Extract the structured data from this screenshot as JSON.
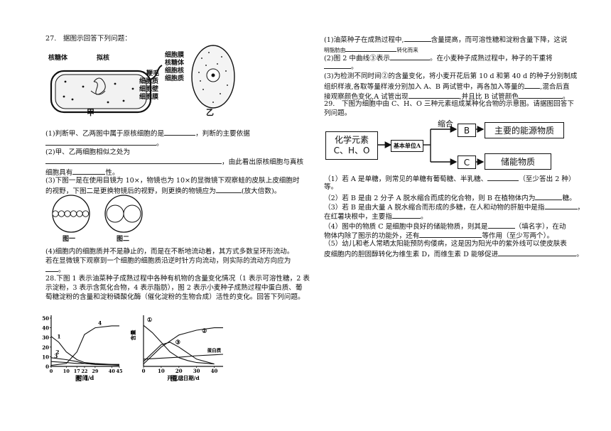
{
  "q27": {
    "stem": "27.　据图示回答下列问题：",
    "cell_a_labels": [
      "核糖体",
      "拟核",
      "鞭毛",
      "细胞质",
      "细胞壁",
      "细胞膜"
    ],
    "cell_b_labels": [
      "细胞膜",
      "核糖体",
      "细胞核",
      "细胞质"
    ],
    "cell_a_name": "甲",
    "cell_b_name": "乙",
    "p1a": "(1)判断甲、乙两图中属于原核细胞的是",
    "p1b": "，判断的主要依据",
    "p1c": "。",
    "p2a": "(2)甲、乙两细胞相似之处为",
    "p2b": "，由此看出原核细胞与真核",
    "p2c": "细胞具有",
    "p2d": "性。",
    "p3a": "(3)下图一是在使用目镜为 10×，物镜也为 10×的显微镜下观察蛙的皮肤上皮细胞时",
    "p3b": "的视野，下图二是更换物镜后的视野，则更换的物镜应为",
    "p3c": "(放大倍数)。",
    "fig1": "图一",
    "fig2": "图二",
    "p4a": "(4)细胞内的细胞质并不是静止的，而是在不断地流动着，其方式多数呈环形流动。",
    "p4b": "若在显微镜下观察到一个细胞的细胞质沿逆时针方向流动，则实际的流动方向应为",
    "p4c": "。"
  },
  "q28": {
    "l1": "28.下图 1 表示油菜种子成熟过程中各种有机物的含量变化情况（1 表示可溶性糖，2  表",
    "l2": "示淀粉，3 表示含氮化合物，4 表示脂肪），图 2 表示小麦种子成熟过程中蛋白质、葡",
    "l3": "萄糖淀粉的含量和淀粉磷酸化酶（催化淀粉的生物合成）活性的变化。回答下列问题。",
    "fig1_caption": "图 1",
    "fig2_caption": "图 2",
    "fig1_xlabel": "时间/d",
    "fig2_xlabel": "开花后日期/d",
    "fig2_ylabel": "含量",
    "fig2_protein": "蛋白质",
    "r1a": "(1)油菜种子在成熟过程中,",
    "r1b": "含量提高，而可溶性糖和淀粉含量下降，这说",
    "r1c": "明脂肪由",
    "r1d": "转化而来",
    "r2a": "(2)图 2 中曲线③表示",
    "r2b": "。在小麦种子成熟过程中，种子的干重将",
    "r2c": "。",
    "r3a": "(3)为检测不同时间②的含量变化，将小麦开花后第 10 d 和第 40 d 的种子分别制成",
    "r3b": "组织样液,各取等量样液分别加入 A、B 两试管中，再各加入等量的",
    "r3c": ",混合后直",
    "r3d": "接观察颜色变化,A 试管出现",
    "r3e": ",并且比 B 试管颜色",
    "r3f": "。"
  },
  "q29": {
    "stem1": "29.　下图为细胞中由 C、H、O 三种元素组成某种化合物的示意图。请据图回答下",
    "stem2": "列问题。",
    "elements_l1": "化学元素",
    "elements_l2": "C、H、O",
    "unit": "基本单位A",
    "condense": "缩合",
    "b_letter": "B",
    "b_text": "主要的能源物质",
    "c_letter": "C",
    "c_text": "储能物质",
    "s1a": "（1）若 A 是单糖，则常见的单糖有葡萄糖、半乳糖、",
    "s1b": "（至少答出 2 种）",
    "s1c": "等。",
    "s2a": "（2）若 B 是由 2 分子 A 脱水缩合而成的化合物，则 B 在植物体内为",
    "s2b": "糖。",
    "s3a": "（3）若 B 是由大量 A 脱水缩合而形成的多糖，在人和动物的肝脏中是指",
    "s3b": "，",
    "s3c": "在红薯块根中，主要指",
    "s3d": "。",
    "s4a": "（4）图中的物质 C 是细胞中良好的储能物质，则其是",
    "s4b": "（填名字），在动",
    "s4c": "物体内除了图示的功能外，还有",
    "s4d": "等作用（至少写两个）。",
    "s5a": "（5）幼儿和老人常晒太阳能预防佝偻病，这是因为阳光中的紫外线可以使皮肤表",
    "s5b": "皮细胞内的胆固醇转化为维生素 D，而维生素 D 能够促进",
    "s5c": "。"
  },
  "chart_data": [
    {
      "type": "line",
      "title": "图 1",
      "xlabel": "时间/d",
      "ylabel": "",
      "x_ticks": [
        0,
        10,
        17,
        22,
        29,
        40,
        45
      ],
      "y_ticks": [
        0,
        10,
        20,
        30,
        40,
        50
      ],
      "xlim": [
        0,
        45
      ],
      "ylim": [
        0,
        50
      ],
      "series": [
        {
          "name": "1",
          "x": [
            0,
            5,
            10,
            17,
            22,
            29,
            40,
            45
          ],
          "y": [
            31,
            25,
            15,
            7,
            4,
            3,
            2,
            2
          ]
        },
        {
          "name": "2",
          "x": [
            0,
            10,
            17,
            22,
            29,
            40,
            45
          ],
          "y": [
            9,
            7,
            5,
            3,
            2,
            1.5,
            1
          ]
        },
        {
          "name": "3",
          "x": [
            0,
            10,
            17,
            22,
            29,
            40,
            45
          ],
          "y": [
            5,
            4,
            3,
            3,
            2.5,
            2,
            2
          ]
        },
        {
          "name": "4",
          "x": [
            0,
            10,
            17,
            22,
            29,
            40,
            45
          ],
          "y": [
            1,
            3,
            15,
            33,
            40,
            42,
            42
          ]
        }
      ]
    },
    {
      "type": "line",
      "title": "图 2",
      "xlabel": "开花后日期/d",
      "ylabel": "含量",
      "x_ticks": [
        0,
        10,
        20,
        30,
        40
      ],
      "xlim": [
        0,
        45
      ],
      "ylim": [
        0,
        10
      ],
      "series": [
        {
          "name": "①",
          "x": [
            0,
            5,
            10,
            15,
            20,
            25,
            30,
            40
          ],
          "y": [
            8.5,
            7,
            5,
            3,
            1.8,
            1.2,
            0.8,
            0.5
          ]
        },
        {
          "name": "②",
          "x": [
            0,
            10,
            20,
            30,
            40,
            45
          ],
          "y": [
            0.5,
            4,
            6.5,
            7.5,
            8,
            8
          ]
        },
        {
          "name": "③",
          "x": [
            0,
            10,
            15,
            20,
            30,
            40
          ],
          "y": [
            1,
            4.5,
            5,
            4,
            1.5,
            0.5
          ]
        },
        {
          "name": "蛋白质",
          "x": [
            0,
            10,
            20,
            30,
            40,
            45
          ],
          "y": [
            1.5,
            1.7,
            1.9,
            2.2,
            2.4,
            2.5
          ]
        }
      ]
    }
  ]
}
